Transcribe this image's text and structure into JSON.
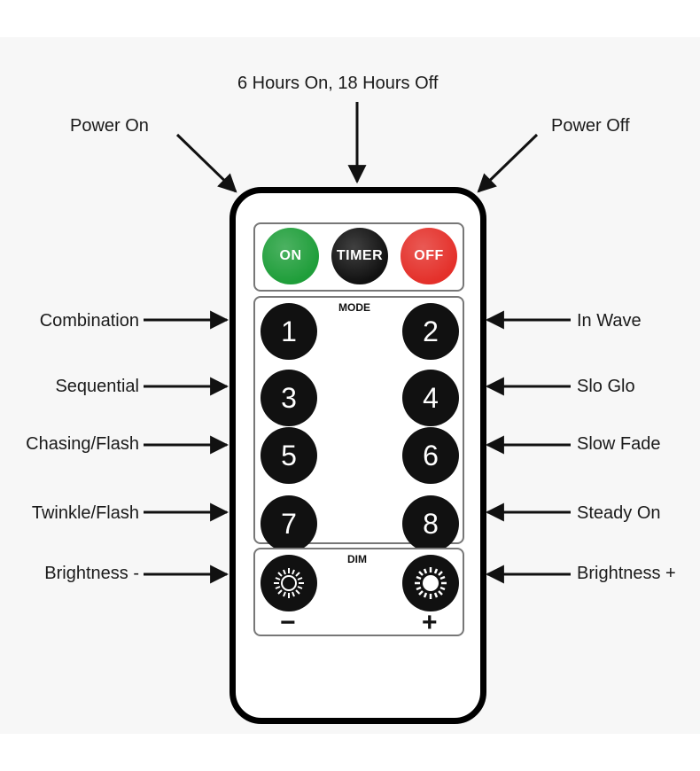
{
  "remote": {
    "top_buttons": [
      {
        "label": "ON",
        "color": "#1f9e3a"
      },
      {
        "label": "TIMER",
        "color": "#111111"
      },
      {
        "label": "OFF",
        "color": "#e4302a"
      }
    ],
    "mode_title": "MODE",
    "mode_buttons": [
      "1",
      "2",
      "3",
      "4",
      "5",
      "6",
      "7",
      "8"
    ],
    "dim_title": "DIM",
    "dim_minus": "−",
    "dim_plus": "+"
  },
  "callouts": {
    "timer": "6 Hours On, 18 Hours Off",
    "power_on": "Power On",
    "power_off": "Power Off",
    "mode_1": "Combination",
    "mode_2": "In Wave",
    "mode_3": "Sequential",
    "mode_4": "Slo Glo",
    "mode_5": "Chasing/Flash",
    "mode_6": "Slow Fade",
    "mode_7": "Twinkle/Flash",
    "mode_8": "Steady On",
    "dim_minus": "Brightness -",
    "dim_plus": "Brightness +"
  },
  "icons": {
    "dim_minus": "sun-outline-icon",
    "dim_plus": "sun-filled-icon"
  }
}
